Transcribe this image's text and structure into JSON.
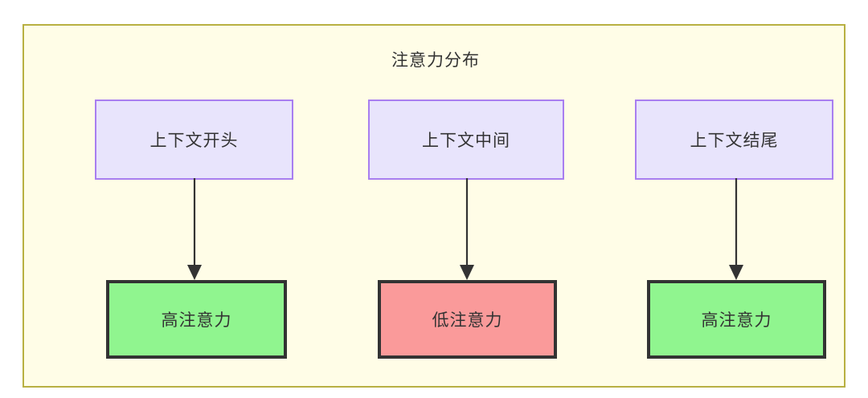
{
  "diagram": {
    "title": "注意力分布",
    "frame": {
      "background_color": "#fffde7",
      "border_color": "#b8b042"
    },
    "source_nodes": [
      {
        "label": "上下文开头",
        "fill_color": "#e8e4fc",
        "border_color": "#a87ef0"
      },
      {
        "label": "上下文中间",
        "fill_color": "#e8e4fc",
        "border_color": "#a87ef0"
      },
      {
        "label": "上下文结尾",
        "fill_color": "#e8e4fc",
        "border_color": "#a87ef0"
      }
    ],
    "result_nodes": [
      {
        "label": "高注意力",
        "fill_color": "#90f58f",
        "border_color": "#333333"
      },
      {
        "label": "低注意力",
        "fill_color": "#fa9a9a",
        "border_color": "#333333"
      },
      {
        "label": "高注意力",
        "fill_color": "#90f58f",
        "border_color": "#333333"
      }
    ],
    "edges": [
      {
        "from": "上下文开头",
        "to": "高注意力"
      },
      {
        "from": "上下文中间",
        "to": "低注意力"
      },
      {
        "from": "上下文结尾",
        "to": "高注意力"
      }
    ],
    "edge_color": "#333333"
  }
}
